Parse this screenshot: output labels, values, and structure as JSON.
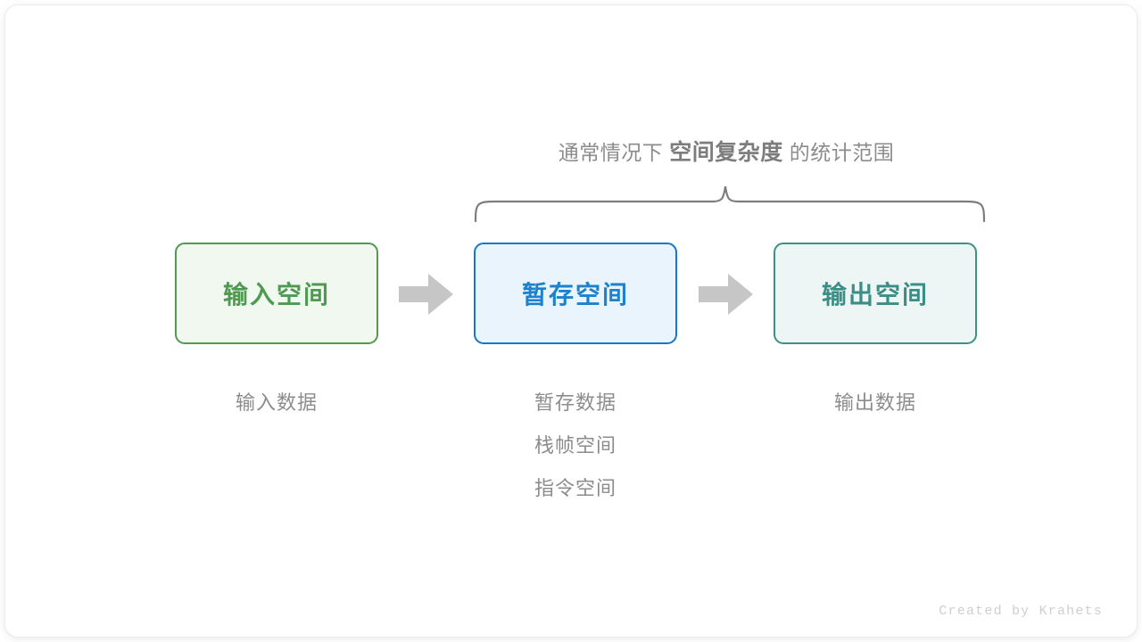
{
  "diagram": {
    "brace_caption": {
      "prefix": "通常情况下",
      "emphasis": "空间复杂度",
      "suffix": "的统计范围"
    },
    "boxes": [
      {
        "id": "input",
        "label": "输入空间",
        "border_color": "#53994f",
        "fill_color": "#f1f8f0",
        "text_color": "#4e9a51"
      },
      {
        "id": "temp",
        "label": "暂存空间",
        "border_color": "#1679c8",
        "fill_color": "#e9f4fc",
        "text_color": "#1d81cc"
      },
      {
        "id": "output",
        "label": "输出空间",
        "border_color": "#3c9188",
        "fill_color": "#eef6f5",
        "text_color": "#3b8e86"
      }
    ],
    "arrows": [
      {
        "id": "arrow-1",
        "color": "#c6c6c6"
      },
      {
        "id": "arrow-2",
        "color": "#c6c6c6"
      }
    ],
    "captions": {
      "input": [
        "输入数据"
      ],
      "temp": [
        "暂存数据",
        "栈帧空间",
        "指令空间"
      ],
      "output": [
        "输出数据"
      ]
    },
    "brace": {
      "color": "#7d7d7d"
    }
  },
  "footer": {
    "credit": "Created by Krahets"
  }
}
